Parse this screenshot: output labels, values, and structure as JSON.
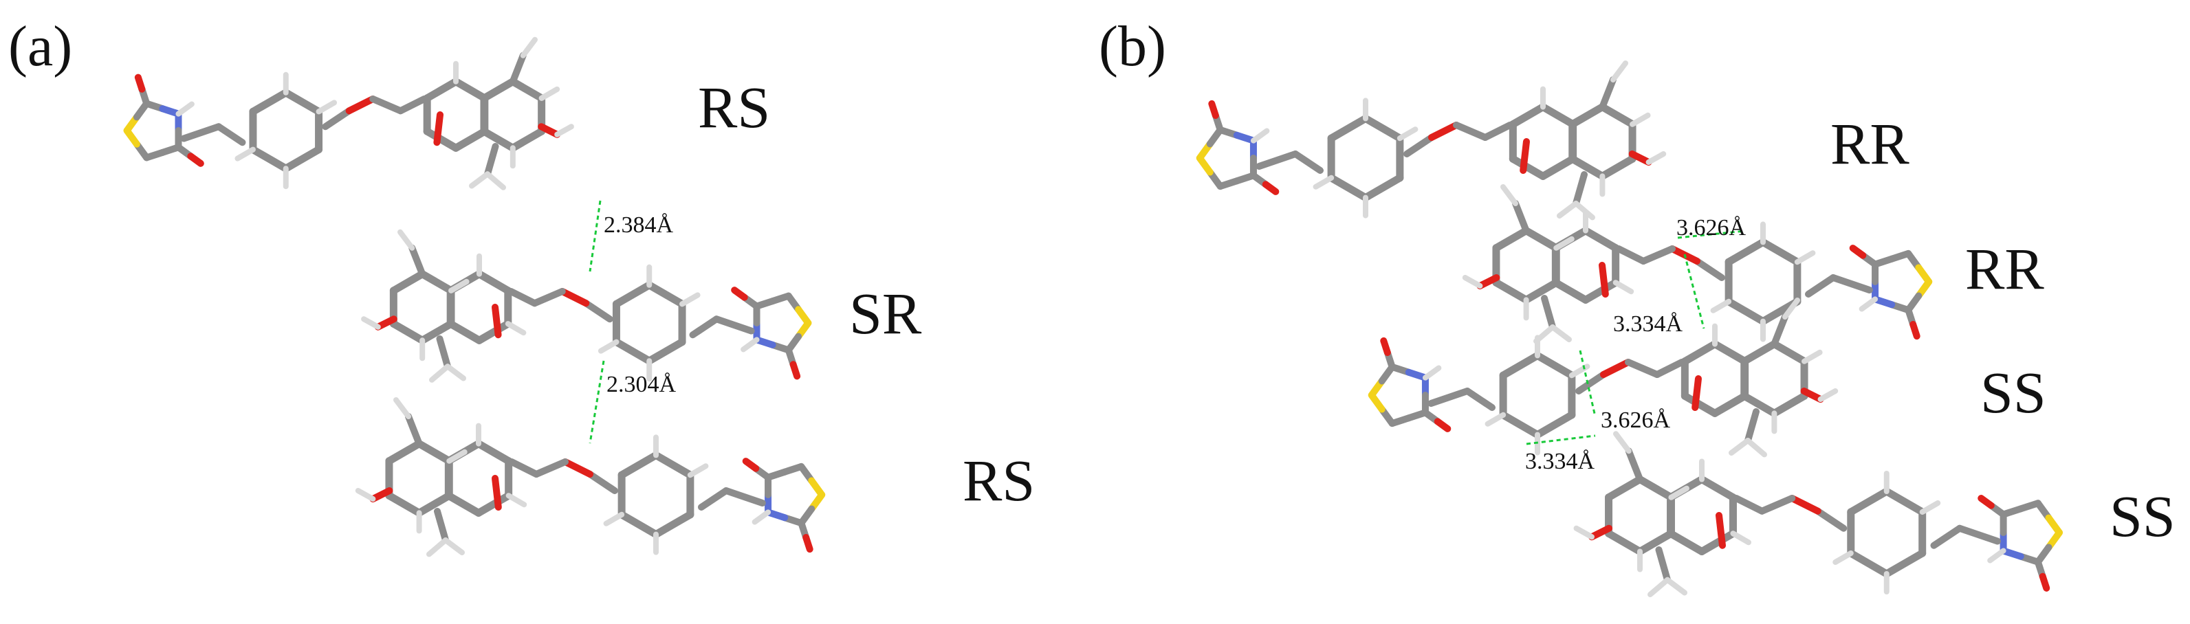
{
  "figure": {
    "panels": [
      {
        "id": "a",
        "label": "(a)",
        "molecules": [
          "RS",
          "SR",
          "RS"
        ],
        "contacts": [
          "2.384Å",
          "2.304Å"
        ]
      },
      {
        "id": "b",
        "label": "(b)",
        "molecules": [
          "RR",
          "RR",
          "SS",
          "SS"
        ],
        "contacts": [
          "3.626Å",
          "3.334Å",
          "3.626Å",
          "3.334Å"
        ]
      }
    ]
  },
  "colors": {
    "carbon": "#8c8c8c",
    "carbon_dark": "#6f6f6f",
    "hydrogen": "#d9d9d9",
    "oxygen": "#e0201b",
    "sulfur": "#f2d21b",
    "nitrogen": "#5a6fd6",
    "contact_line": "#19c93a"
  },
  "icons": {
    "molecule_stick_model": "molecule-stick-icon"
  }
}
